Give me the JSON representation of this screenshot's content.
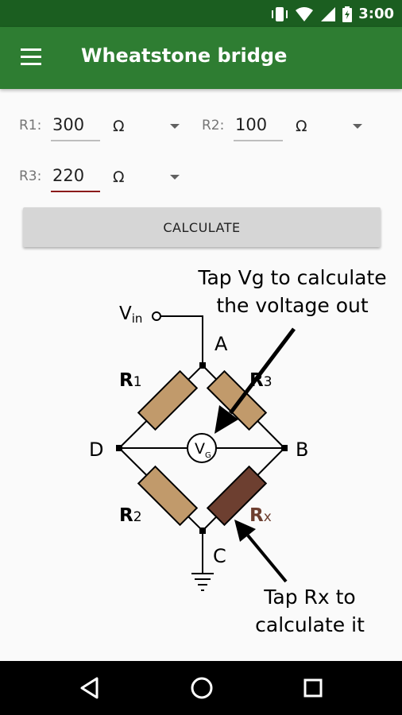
{
  "status_bar": {
    "time": "3:00"
  },
  "app_bar": {
    "title": "Wheatstone bridge"
  },
  "fields": {
    "r1": {
      "label": "R1:",
      "value": "300",
      "unit": "Ω"
    },
    "r2": {
      "label": "R2:",
      "value": "100",
      "unit": "Ω"
    },
    "r3": {
      "label": "R3:",
      "value": "220",
      "unit": "Ω"
    }
  },
  "calculate_label": "CALCULATE",
  "diagram": {
    "vin_main": "V",
    "vin_sub": "in",
    "node_a": "A",
    "node_b": "B",
    "node_c": "C",
    "node_d": "D",
    "r1_main": "R",
    "r1_sub": "1",
    "r2_main": "R",
    "r2_sub": "2",
    "r3_main": "R",
    "r3_sub": "3",
    "rx_main": "R",
    "rx_sub": "x",
    "vg_main": "V",
    "vg_sub": "G",
    "hint_vg_line1": "Tap Vg to calculate",
    "hint_vg_line2": "the voltage out",
    "hint_rx_line1": "Tap Rx to",
    "hint_rx_line2": "calculate it"
  },
  "colors": {
    "status_bar": "#1b5e20",
    "app_bar": "#2e7d32",
    "resistor": "#c19a6b",
    "resistor_rx": "#6d3f30"
  }
}
